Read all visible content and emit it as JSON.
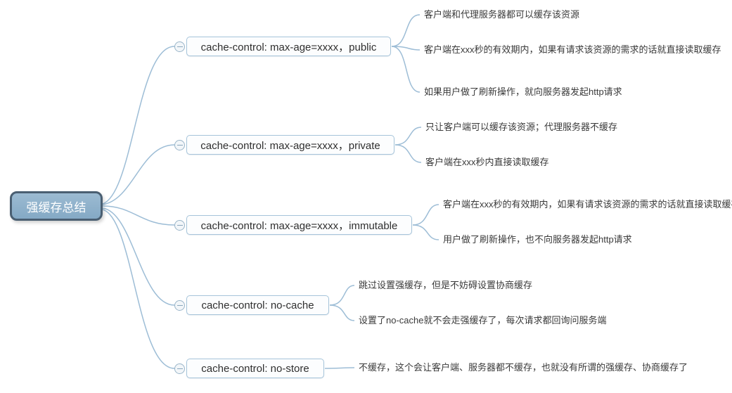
{
  "root": {
    "label": "强缓存总结"
  },
  "branches": [
    {
      "label": "cache-control: max-age=xxxx，public",
      "children": [
        "客户端和代理服务器都可以缓存该资源",
        "客户端在xxx秒的有效期内，如果有请求该资源的需求的话就直接读取缓存",
        "如果用户做了刷新操作，就向服务器发起http请求"
      ]
    },
    {
      "label": "cache-control: max-age=xxxx，private",
      "children": [
        "只让客户端可以缓存该资源；代理服务器不缓存",
        "客户端在xxx秒内直接读取缓存"
      ]
    },
    {
      "label": "cache-control: max-age=xxxx，immutable",
      "children": [
        "客户端在xxx秒的有效期内，如果有请求该资源的需求的话就直接读取缓存",
        "用户做了刷新操作，也不向服务器发起http请求"
      ]
    },
    {
      "label": "cache-control: no-cache",
      "children": [
        "跳过设置强缓存，但是不妨碍设置协商缓存",
        "设置了no-cache就不会走强缓存了，每次请求都回询问服务端"
      ]
    },
    {
      "label": "cache-control: no-store",
      "children": [
        "不缓存，这个会让客户端、服务器都不缓存，也就没有所谓的强缓存、协商缓存了"
      ]
    }
  ],
  "colors": {
    "connector_line": "#9dbdd6",
    "root_fill": "#8fb2cc",
    "root_border": "#4a5f72",
    "branch_border": "#a6c4da",
    "branch_fill": "#fcfdfe",
    "leaf_text": "#3a3a3a"
  }
}
